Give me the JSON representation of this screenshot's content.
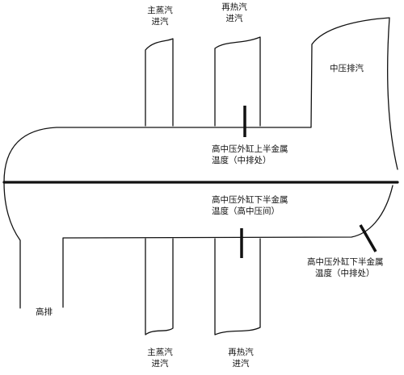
{
  "colors": {
    "stroke": "#111111",
    "background": "#ffffff"
  },
  "labels": {
    "main_steam_inlet_top": [
      "主蒸汽",
      "进汽"
    ],
    "reheat_inlet_top": [
      "再热汽",
      "进汽"
    ],
    "ip_exhaust": "中压排汽",
    "upper_half_temp": [
      "高中压外缸上半金属",
      "温度（中排处）"
    ],
    "lower_half_temp_mid": [
      "高中压外缸下半金属",
      "温度（高中压间）"
    ],
    "lower_half_temp_right": [
      "高中压外缸下半金属",
      "温度（中排处）"
    ],
    "hp_exhaust": "高排",
    "main_steam_inlet_bottom": [
      "主蒸汽",
      "进汽"
    ],
    "reheat_inlet_bottom": [
      "再热汽",
      "进汽"
    ]
  }
}
